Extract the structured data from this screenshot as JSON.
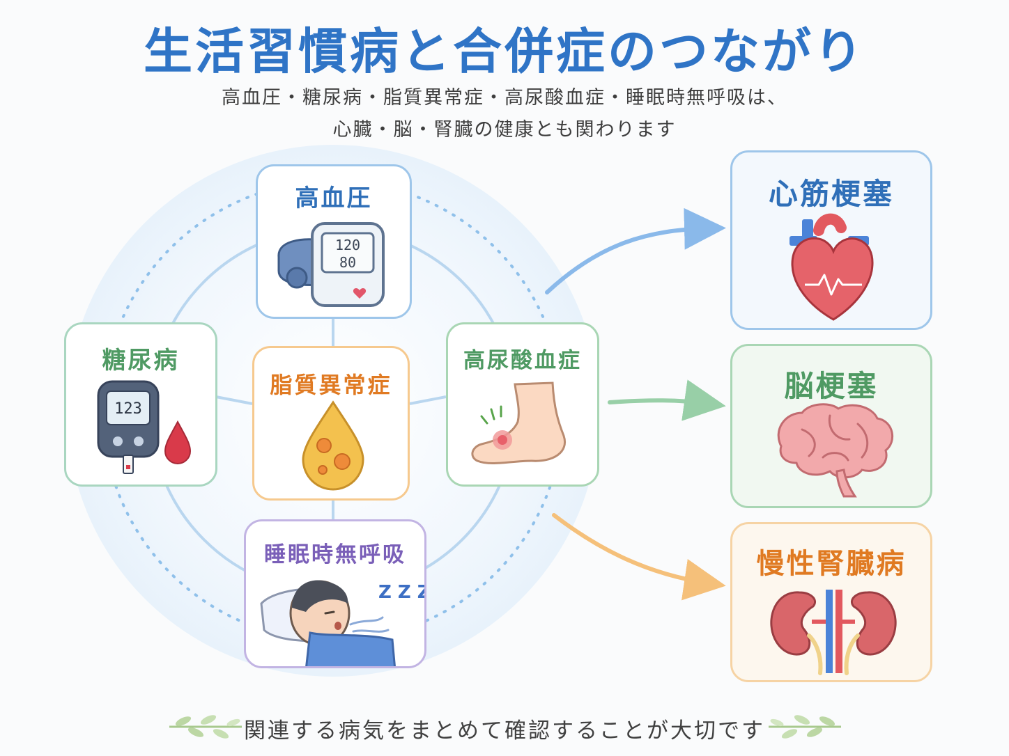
{
  "title": "生活習慣病と合併症のつながり",
  "subtitle": {
    "line1": "高血圧・糖尿病・脂質異常症・高尿酸血症・睡眠時無呼吸は、",
    "line2": "心臓・脳・腎臓の健康とも関わります"
  },
  "conditions": {
    "hypertension": {
      "label": "高血圧",
      "systolic": "120",
      "diastolic": "80"
    },
    "diabetes": {
      "label": "糖尿病",
      "reading": "123"
    },
    "dyslipidemia": {
      "label": "脂質異常症"
    },
    "hyperuricemia": {
      "label": "高尿酸血症"
    },
    "sleep_apnea": {
      "label": "睡眠時無呼吸",
      "zzz": "Z Z Z"
    }
  },
  "outcomes": {
    "mi": {
      "label": "心筋梗塞"
    },
    "stroke": {
      "label": "脳梗塞"
    },
    "ckd": {
      "label": "慢性腎臓病"
    }
  },
  "footer": "関連する病気をまとめて確認することが大切です",
  "colors": {
    "title": "#2f74c6",
    "blue": "#2f6fb8",
    "green": "#4f9a63",
    "orange": "#e07a22",
    "purple": "#7a5fb8",
    "arrow_blue": "#8ab9ea",
    "arrow_green": "#98cfa7",
    "arrow_orange": "#f5c07a"
  },
  "icons": {
    "hypertension": "blood-pressure-monitor-icon",
    "diabetes": "glucose-meter-icon",
    "dyslipidemia": "fat-droplet-icon",
    "hyperuricemia": "gout-foot-icon",
    "sleep_apnea": "sleeping-person-icon",
    "mi": "heart-icon",
    "stroke": "brain-icon",
    "ckd": "kidneys-icon",
    "footer_left": "leaf-sprig-icon",
    "footer_right": "leaf-sprig-icon"
  }
}
